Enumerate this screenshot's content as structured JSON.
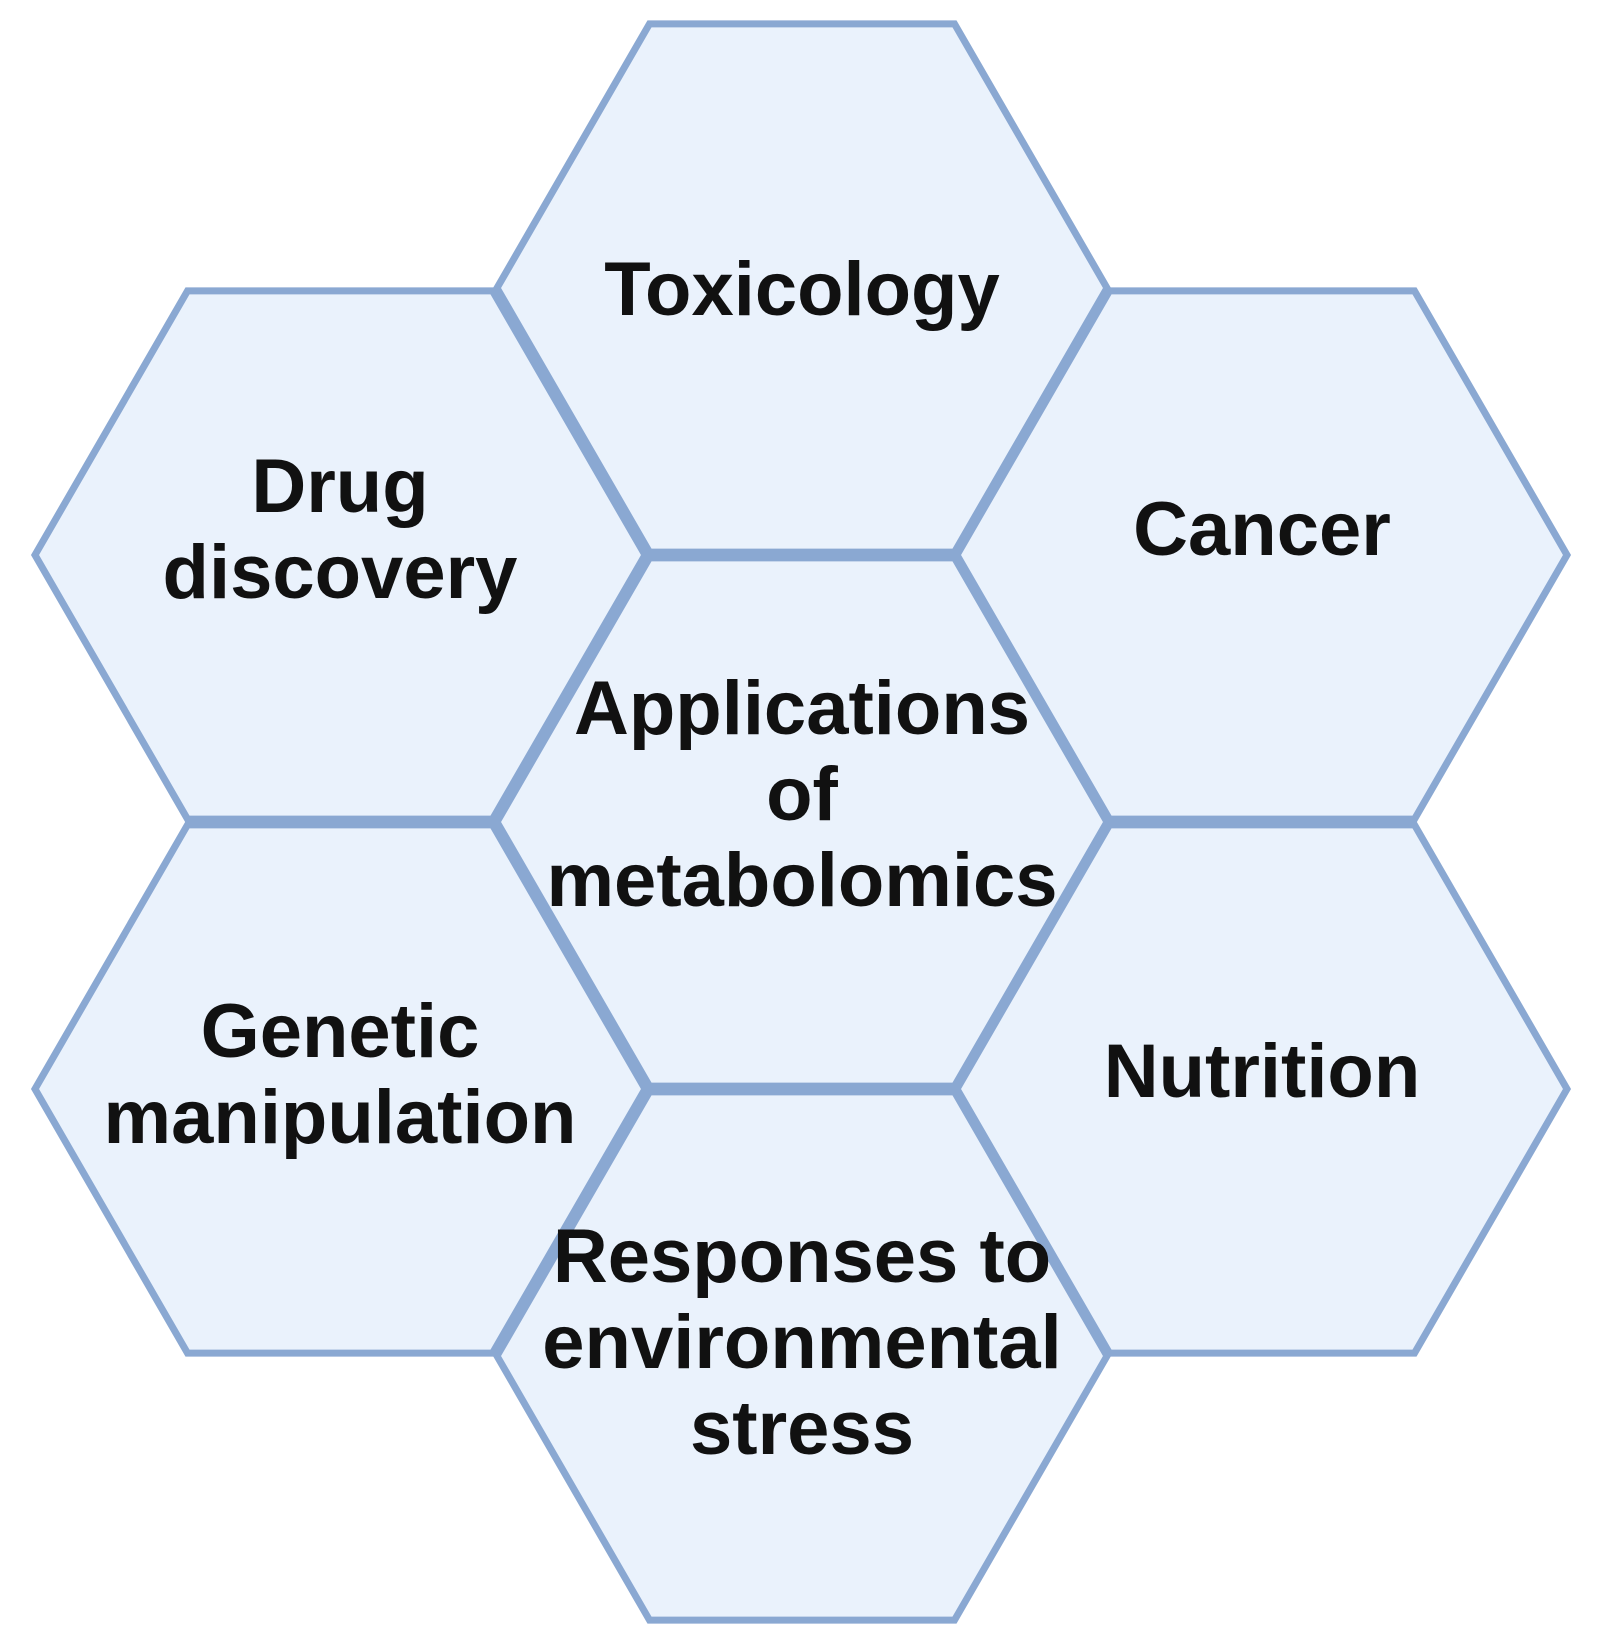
{
  "colors": {
    "hex_fill": "#eaf2fc",
    "hex_stroke": "#8aa8d2",
    "text": "#111111",
    "background": "#ffffff"
  },
  "hexagons": [
    {
      "id": "toxicology",
      "lines": [
        "Toxicology"
      ]
    },
    {
      "id": "drug-discovery",
      "lines": [
        "Drug",
        "discovery"
      ]
    },
    {
      "id": "cancer",
      "lines": [
        "Cancer"
      ]
    },
    {
      "id": "applications-of-metabolomics",
      "lines": [
        "Applications",
        "of",
        "metabolomics"
      ]
    },
    {
      "id": "genetic-manipulation",
      "lines": [
        "Genetic",
        "manipulation"
      ]
    },
    {
      "id": "nutrition",
      "lines": [
        "Nutrition"
      ]
    },
    {
      "id": "responses-to-environmental-stress",
      "lines": [
        "Responses to",
        "environmental",
        "stress"
      ]
    }
  ]
}
